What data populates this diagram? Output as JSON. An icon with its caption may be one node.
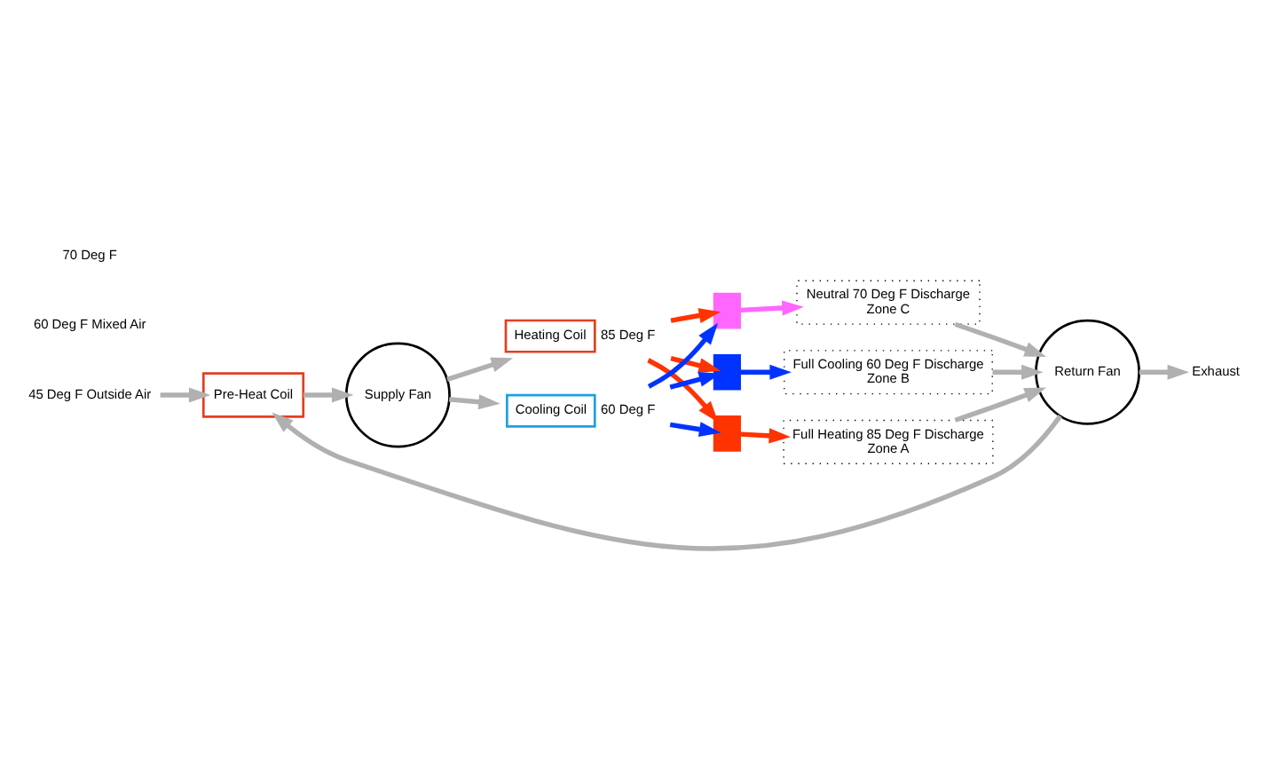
{
  "diagram": {
    "nodes": [
      {
        "text": [
          "45 Deg F Outside Air"
        ]
      },
      {
        "text": [
          "Pre-Heat Coil"
        ]
      },
      {
        "text": [
          "Supply Fan"
        ]
      },
      {
        "text": [
          "Heating Coil"
        ],
        "beside": [
          "85 Deg F"
        ]
      },
      {
        "text": [
          "Cooling Coil"
        ],
        "beside": [
          "60 Deg F"
        ]
      },
      {
        "text": [],
        "shape": "box"
      },
      {
        "text": [],
        "shape": "box"
      },
      {
        "text": [],
        "shape": "box"
      },
      {
        "text": [
          "Full Heating 85 Deg F Discharge",
          "Zone A"
        ]
      },
      {
        "text": [
          "Full Cooling 60 Deg F Discharge",
          "Zone B"
        ]
      },
      {
        "text": [
          "Neutral 70 Deg F Discharge",
          "Zone C"
        ]
      },
      {
        "text": [
          "Return Fan"
        ]
      },
      {
        "text": [
          "Exhaust"
        ]
      }
    ],
    "edges": [
      {
        "from": 0,
        "to": 1,
        "arrow": "to"
      },
      {
        "from": 1,
        "to": 2,
        "arrow": "to"
      },
      {
        "from": 2,
        "to": 3,
        "arrow": "to"
      },
      {
        "from": 2,
        "to": 4,
        "arrow": "to"
      },
      {
        "from": 3,
        "to": 5,
        "arrow": "to",
        "color": "#ff3300"
      },
      {
        "from": 3,
        "to": 6,
        "arrow": "to",
        "color": "#ff3300"
      },
      {
        "from": 3,
        "to": 7,
        "arrow": "to",
        "color": "#ff3300"
      },
      {
        "from": 4,
        "to": 5,
        "arrow": "to",
        "color": "#0033ff"
      },
      {
        "from": 4,
        "to": 6,
        "arrow": "to",
        "color": "#0033ff"
      },
      {
        "from": 4,
        "to": 7,
        "arrow": "to",
        "color": "#0033ff"
      },
      {
        "from": 5,
        "to": 10,
        "arrow": "to",
        "color": "#ff66ff"
      },
      {
        "from": 6,
        "to": 9,
        "arrow": "to",
        "color": "#0033ff"
      },
      {
        "from": 7,
        "to": 8,
        "arrow": "to",
        "color": "#ff3300"
      },
      {
        "from": 8,
        "to": 11,
        "arrow": "to"
      },
      {
        "from": 9,
        "to": 11,
        "arrow": "to"
      },
      {
        "from": 10,
        "to": 11,
        "arrow": "to"
      },
      {
        "from": 11,
        "to": 12,
        "arrow": "to"
      },
      {
        "from": 11,
        "to": 1,
        "arrow": "to"
      }
    ],
    "labels": [
      "60 Deg F Mixed Air",
      "70 Deg F"
    ]
  }
}
